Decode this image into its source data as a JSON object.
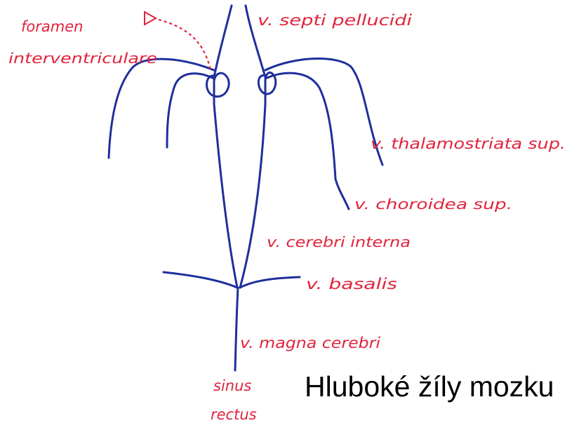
{
  "labels": {
    "foramen_1": "foramen",
    "foramen_2": "interventriculare",
    "septi": "v. septi pellucidi",
    "thalamostriata": "v. thalamostriata sup.",
    "choroidea": "v. choroidea sup.",
    "cerebri_interna": "v. cerebri interna",
    "basalis": "v. basalis",
    "magna": "v. magna cerebri",
    "sinus_1": "sinus",
    "sinus_2": "rectus"
  },
  "caption": "Hluboké žíly mozku",
  "colors": {
    "vein": "#1e2f9c",
    "label": "#e0243c"
  }
}
